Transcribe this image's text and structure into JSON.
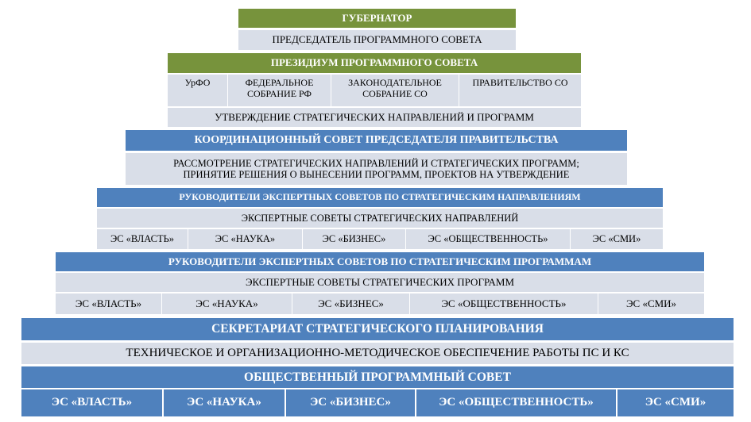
{
  "governor": "ГУБЕРНАТОР",
  "chairman": "ПРЕДСЕДАТЕЛЬ ПРОГРАММНОГО СОВЕТА",
  "presidium": {
    "title": "ПРЕЗИДИУМ ПРОГРАММНОГО СОВЕТА",
    "members": [
      "УрФО",
      "ФЕДЕРАЛЬНОЕ СОБРАНИЕ РФ",
      "ЗАКОНОДАТЕЛЬНОЕ СОБРАНИЕ СО",
      "ПРАВИТЕЛЬСТВО СО"
    ],
    "function": "УТВЕРЖДЕНИЕ СТРАТЕГИЧЕСКИХ НАПРАВЛЕНИЙ И ПРОГРАММ"
  },
  "coordination": {
    "title": "КООРДИНАЦИОННЫЙ СОВЕТ ПРЕДСЕДАТЕЛЯ ПРАВИТЕЛЬСТВА",
    "function_line1": "РАССМОТРЕНИЕ СТРАТЕГИЧЕСКИХ НАПРАВЛЕНИЙ И СТРАТЕГИЧЕСКИХ ПРОГРАММ;",
    "function_line2": "ПРИНЯТИЕ РЕШЕНИЯ О ВЫНЕСЕНИИ ПРОГРАММ, ПРОЕКТОВ НА УТВЕРЖДЕНИЕ"
  },
  "directions": {
    "title": "РУКОВОДИТЕЛИ ЭКСПЕРТНЫХ СОВЕТОВ ПО СТРАТЕГИЧЕСКИМ НАПРАВЛЕНИЯМ",
    "subtitle": "ЭКСПЕРТНЫЕ СОВЕТЫ СТРАТЕГИЧЕСКИХ НАПРАВЛЕНИЙ",
    "councils": [
      "ЭС «ВЛАСТЬ»",
      "ЭС «НАУКА»",
      "ЭС «БИЗНЕС»",
      "ЭС «ОБЩЕСТВЕННОСТЬ»",
      "ЭС «СМИ»"
    ]
  },
  "programs": {
    "title": "РУКОВОДИТЕЛИ ЭКСПЕРТНЫХ СОВЕТОВ ПО СТРАТЕГИЧЕСКИМ ПРОГРАММАМ",
    "subtitle": "ЭКСПЕРТНЫЕ СОВЕТЫ СТРАТЕГИЧЕСКИХ ПРОГРАММ",
    "councils": [
      "ЭС «ВЛАСТЬ»",
      "ЭС «НАУКА»",
      "ЭС «БИЗНЕС»",
      "ЭС «ОБЩЕСТВЕННОСТЬ»",
      "ЭС «СМИ»"
    ]
  },
  "secretariat": {
    "title": "СЕКРЕТАРИАТ СТРАТЕГИЧЕСКОГО ПЛАНИРОВАНИЯ",
    "function": "ТЕХНИЧЕСКОЕ И ОРГАНИЗАЦИОННО-МЕТОДИЧЕСКОЕ ОБЕСПЕЧЕНИЕ РАБОТЫ ПС И КС"
  },
  "public_council": {
    "title": "ОБЩЕСТВЕННЫЙ ПРОГРАММНЫЙ СОВЕТ",
    "councils": [
      "ЭС «ВЛАСТЬ»",
      "ЭС «НАУКА»",
      "ЭС «БИЗНЕС»",
      "ЭС «ОБЩЕСТВЕННОСТЬ»",
      "ЭС «СМИ»"
    ]
  },
  "colors": {
    "green": "#77933c",
    "blue": "#4f81bd",
    "light": "#d9dee8"
  }
}
